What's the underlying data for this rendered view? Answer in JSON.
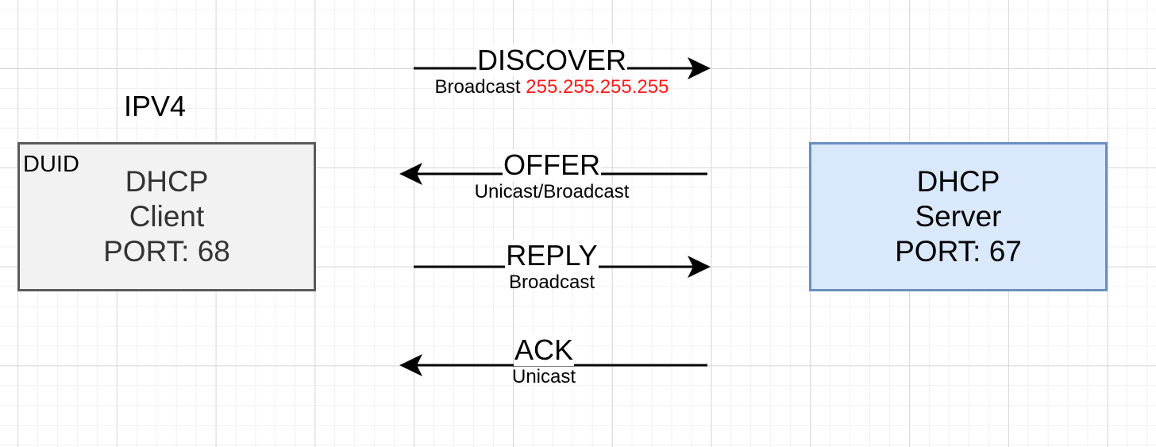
{
  "client": {
    "protocol_label": "IPV4",
    "tag": "DUID",
    "line1": "DHCP",
    "line2": "Client",
    "port": "PORT: 68"
  },
  "server": {
    "line1": "DHCP",
    "line2": "Server",
    "port": "PORT: 67"
  },
  "messages": [
    {
      "name": "DISCOVER",
      "mode": "Broadcast",
      "address": "255.255.255.255",
      "direction": "client-to-server"
    },
    {
      "name": "OFFER",
      "mode": "Unicast/Broadcast",
      "direction": "server-to-client"
    },
    {
      "name": "REPLY",
      "mode": "Broadcast",
      "direction": "client-to-server"
    },
    {
      "name": "ACK",
      "mode": "Unicast",
      "direction": "server-to-client"
    }
  ],
  "colors": {
    "client_fill": "#f2f2f2",
    "client_stroke": "#5a5a5a",
    "server_fill": "#dae8fc",
    "server_stroke": "#6c8ebf",
    "address_text": "#ff1a1a"
  }
}
